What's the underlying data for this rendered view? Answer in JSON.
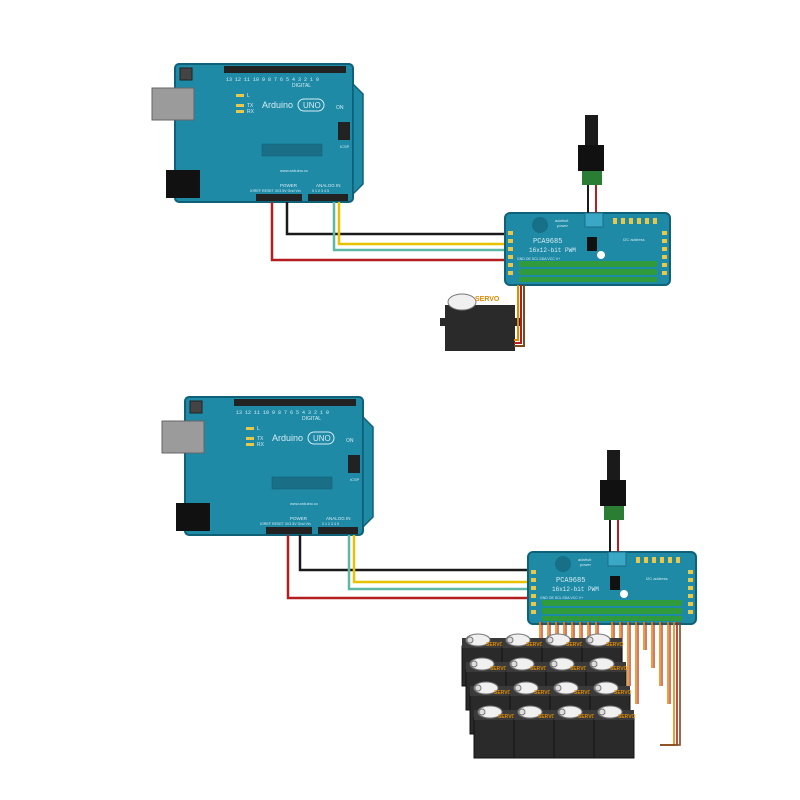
{
  "arduino": {
    "brand": "Arduino",
    "model": "UNO",
    "site": "www.arduino.cc",
    "on_label": "ON",
    "icsp_label": "ICSP",
    "digital_label": "DIGITAL",
    "power_label": "POWER",
    "analog_label": "ANALOG IN",
    "led_l": "L",
    "led_tx": "TX",
    "led_rx": "RX",
    "power_pins": "IOREF RESET 3V3 5V Gnd Vin",
    "analog_pins": "0 1 2 3 4 5",
    "digital_pins": "13 12 11 10 9 8   7 6 5 4 3 2 1 0"
  },
  "driver": {
    "brand": "adafruit",
    "chip": "PCA9685",
    "subtitle": "16x12-bit PWM",
    "address_label": "I2C address",
    "left_pins": "GND OE SCL SDA VCC V+",
    "power_label": "power"
  },
  "servo": {
    "label": "SERVO"
  },
  "colors": {
    "board": "#1e8aa6",
    "board_edge": "#0f6178",
    "header": "#222222",
    "wire_black": "#1a1a1a",
    "wire_red": "#b31e1e",
    "wire_yellow": "#e8c200",
    "wire_green": "#5fb8a4",
    "servo_orange": "#e08a00",
    "servo_body": "#2a2a2a"
  }
}
